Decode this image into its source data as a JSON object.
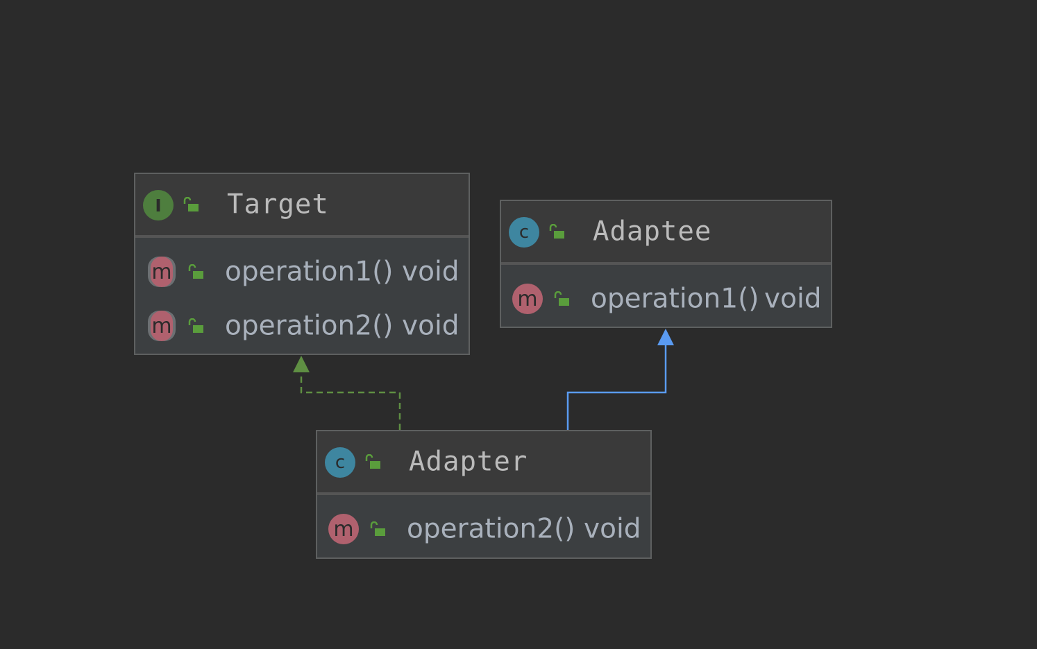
{
  "diagram": {
    "nodes": {
      "target": {
        "kind_icon": "interface-icon",
        "kind_letter": "I",
        "title": "Target",
        "methods": [
          {
            "name": "operation1()",
            "type": "void",
            "icon": "abstract-method-icon"
          },
          {
            "name": "operation2()",
            "type": "void",
            "icon": "abstract-method-icon"
          }
        ]
      },
      "adaptee": {
        "kind_icon": "class-icon",
        "kind_letter": "c",
        "title": "Adaptee",
        "methods": [
          {
            "name": "operation1()",
            "type": "void",
            "icon": "method-icon"
          }
        ]
      },
      "adapter": {
        "kind_icon": "class-icon",
        "kind_letter": "c",
        "title": "Adapter",
        "methods": [
          {
            "name": "operation2()",
            "type": "void",
            "icon": "method-icon"
          }
        ]
      }
    },
    "method_letter": "m",
    "edges": [
      {
        "from": "adapter",
        "to": "target",
        "kind": "implements",
        "style": "dashed",
        "color": "#5f8f43"
      },
      {
        "from": "adapter",
        "to": "adaptee",
        "kind": "extends",
        "style": "solid",
        "color": "#5a9bf2"
      }
    ],
    "colors": {
      "background": "#2b2b2b",
      "interface_badge": "#4e7e3e",
      "class_badge": "#3e86a0",
      "method_badge": "#b0616e",
      "public_lock": "#5a9d3c"
    }
  }
}
